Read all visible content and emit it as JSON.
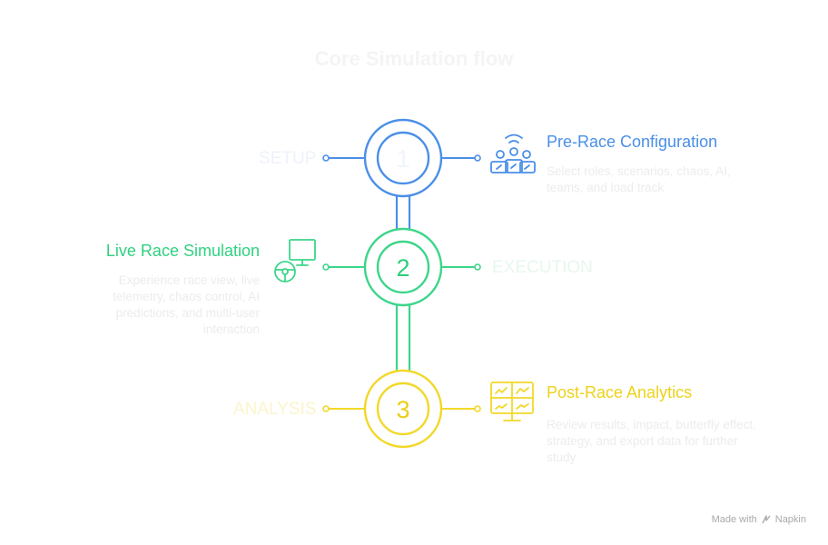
{
  "title": "Core Simulation flow",
  "steps": [
    {
      "number": "1",
      "stage": "SETUP",
      "heading": "Pre-Race Configuration",
      "description": "Select roles, scenarios, chaos, AI, teams, and load track",
      "color": "#4a8fe8",
      "stage_color": "#eef2fb",
      "icon": "people-signal-icon"
    },
    {
      "number": "2",
      "stage": "EXECUTION",
      "heading": "Live Race Simulation",
      "description": "Experience race view, live telemetry, chaos control, AI predictions, and multi-user interaction",
      "color": "#3cd58a",
      "stage_color": "#e9faf1",
      "icon": "steering-wheel-monitor-icon"
    },
    {
      "number": "3",
      "stage": "ANALYSIS",
      "heading": "Post-Race Analytics",
      "description": "Review results, impact, butterfly effect, strategy, and export data for further study",
      "color": "#f2d829",
      "stage_color": "#fdf7d4",
      "icon": "analytics-dashboard-icon"
    }
  ],
  "watermark": {
    "prefix": "Made with",
    "brand": "Napkin"
  }
}
